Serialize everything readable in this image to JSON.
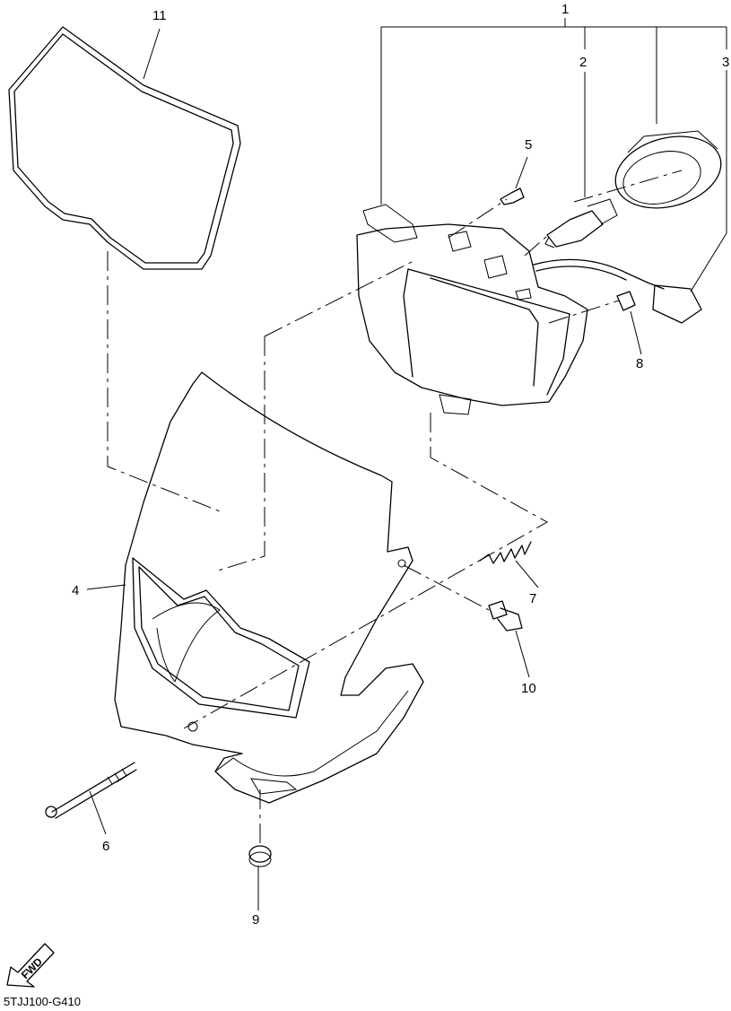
{
  "callouts": {
    "c1": "1",
    "c2": "2",
    "c3": "3",
    "c4": "4",
    "c5": "5",
    "c6": "6",
    "c7": "7",
    "c8": "8",
    "c9": "9",
    "c10": "10",
    "c11": "11"
  },
  "fwd_label": "FWD",
  "diagram_code": "5TJJ100-G410"
}
